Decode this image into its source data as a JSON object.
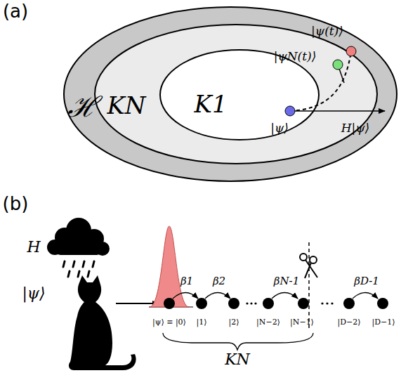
{
  "diagram": {
    "nodes": [
      {
        "text": [
          "ℋ"
        ]
      },
      {
        "text": [
          "KN"
        ],
        "in": 0
      },
      {
        "text": [
          "K1"
        ],
        "in": 1
      }
    ],
    "labels": [
      "(a)",
      "|ψ⟩",
      "|ψN(t)⟩",
      "|ψ(t)⟩",
      "H|ψ⟩",
      "(b)",
      "H",
      "|ψ⟩",
      "β1",
      "β2",
      "βN-1",
      "βD-1",
      "|ψ⟩ ≡ |0⟩",
      "|1⟩",
      "|2⟩",
      "|N−2⟩",
      "|N−1⟩",
      "|D−2⟩",
      "|D−1⟩",
      "KN"
    ]
  }
}
